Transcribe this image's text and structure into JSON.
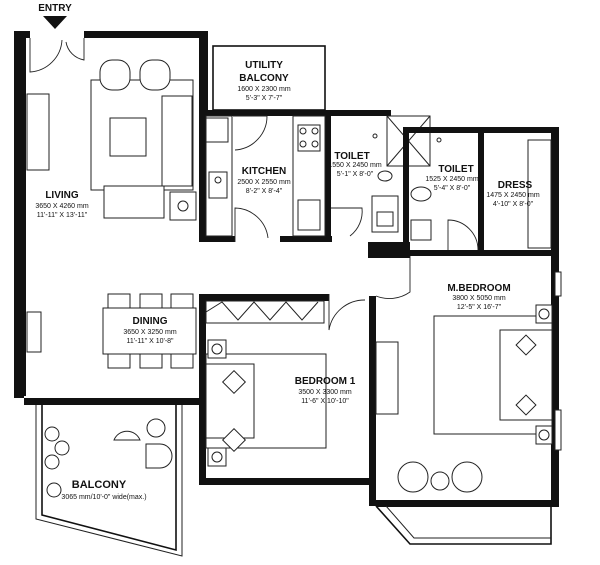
{
  "entry_label": "ENTRY",
  "rooms": [
    {
      "id": "utility",
      "name": "UTILITY",
      "name2": "BALCONY",
      "mm": "1600 X 2300 mm",
      "ft": "5'-3\" X 7'-7\""
    },
    {
      "id": "kitchen",
      "name": "KITCHEN",
      "mm": "2500 X 2550 mm",
      "ft": "8'-2\" X 8'-4\""
    },
    {
      "id": "toilet1",
      "name": "TOILET",
      "mm": "1550 X 2450 mm",
      "ft": "5'-1\" X 8'-0\""
    },
    {
      "id": "toilet2",
      "name": "TOILET",
      "mm": "1525 X 2450 mm",
      "ft": "5'-4\" X 8'-0\""
    },
    {
      "id": "dress",
      "name": "DRESS",
      "mm": "1475 X 2450 mm",
      "ft": "4'-10\" X 8'-0\""
    },
    {
      "id": "living",
      "name": "LIVING",
      "mm": "3650 X 4260 mm",
      "ft": "11'-11\" X 13'-11\""
    },
    {
      "id": "mbedroom",
      "name": "M.BEDROOM",
      "mm": "3800 X 5050 mm",
      "ft": "12'-5\" X 16'-7\""
    },
    {
      "id": "dining",
      "name": "DINING",
      "mm": "3650 X 3250 mm",
      "ft": "11'-11\" X 10'-8\""
    },
    {
      "id": "bedroom1",
      "name": "BEDROOM 1",
      "mm": "3500 X 3300 mm",
      "ft": "11'-6\" X 10'-10\""
    },
    {
      "id": "balcony",
      "name": "BALCONY",
      "mm": "3065 mm/10'-0\" wide(max.)"
    }
  ]
}
